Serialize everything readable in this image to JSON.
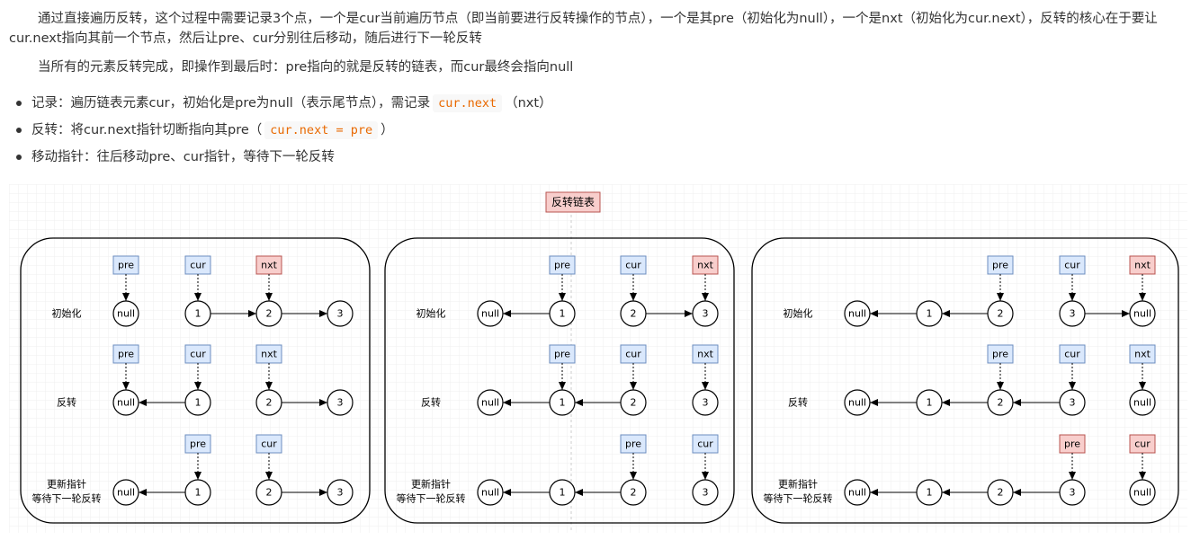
{
  "text": {
    "para1": "通过直接遍历反转，这个过程中需要记录3个点，一个是cur当前遍历节点（即当前要进行反转操作的节点），一个是其pre（初始化为null），一个是nxt（初始化为cur.next），反转的核心在于要让cur.next指向其前一个节点，然后让pre、cur分别往后移动，随后进行下一轮反转",
    "para2": "当所有的元素反转完成，即操作到最后时：pre指向的就是反转的链表，而cur最终会指向null"
  },
  "bullets": [
    {
      "before": "记录：遍历链表元素cur，初始化是pre为null（表示尾节点），需记录",
      "code": "cur.next",
      "after": "（nxt）"
    },
    {
      "before": "反转：将cur.next指针切断指向其pre（",
      "code": "cur.next = pre",
      "after": "）"
    },
    {
      "before": "移动指针：往后移动pre、cur指针，等待下一轮反转",
      "code": "",
      "after": ""
    }
  ],
  "diagram": {
    "title": "反转链表",
    "colors": {
      "blue_fill": "#dae8fc",
      "blue_stroke": "#6c8ebf",
      "red_fill": "#f8cecc",
      "red_stroke": "#b85450",
      "grid": "#ececec"
    },
    "panels": [
      {
        "rows": [
          {
            "label": "初始化",
            "nodes": [
              "null",
              "1",
              "2",
              "3"
            ],
            "edges": [
              [
                1,
                2
              ],
              [
                2,
                3
              ]
            ],
            "pointers": [
              {
                "name": "pre",
                "at": 0,
                "color": "blue"
              },
              {
                "name": "cur",
                "at": 1,
                "color": "blue"
              },
              {
                "name": "nxt",
                "at": 2,
                "color": "red"
              }
            ]
          },
          {
            "label": "反转",
            "nodes": [
              "null",
              "1",
              "2",
              "3"
            ],
            "edges": [
              [
                1,
                0
              ],
              [
                2,
                3
              ]
            ],
            "pointers": [
              {
                "name": "pre",
                "at": 0,
                "color": "blue"
              },
              {
                "name": "cur",
                "at": 1,
                "color": "blue"
              },
              {
                "name": "nxt",
                "at": 2,
                "color": "blue"
              }
            ]
          },
          {
            "label": [
              "更新指针",
              "等待下一轮反转"
            ],
            "nodes": [
              "null",
              "1",
              "2",
              "3"
            ],
            "edges": [
              [
                1,
                0
              ],
              [
                2,
                3
              ]
            ],
            "pointers": [
              {
                "name": "pre",
                "at": 1,
                "color": "blue"
              },
              {
                "name": "cur",
                "at": 2,
                "color": "blue"
              }
            ]
          }
        ]
      },
      {
        "rows": [
          {
            "label": "初始化",
            "nodes": [
              "null",
              "1",
              "2",
              "3"
            ],
            "edges": [
              [
                1,
                0
              ],
              [
                2,
                3
              ]
            ],
            "pointers": [
              {
                "name": "pre",
                "at": 1,
                "color": "blue"
              },
              {
                "name": "cur",
                "at": 2,
                "color": "blue"
              },
              {
                "name": "nxt",
                "at": 3,
                "color": "red"
              }
            ]
          },
          {
            "label": "反转",
            "nodes": [
              "null",
              "1",
              "2",
              "3"
            ],
            "edges": [
              [
                1,
                0
              ],
              [
                2,
                1
              ]
            ],
            "pointers": [
              {
                "name": "pre",
                "at": 1,
                "color": "blue"
              },
              {
                "name": "cur",
                "at": 2,
                "color": "blue"
              },
              {
                "name": "nxt",
                "at": 3,
                "color": "blue"
              }
            ]
          },
          {
            "label": [
              "更新指针",
              "等待下一轮反转"
            ],
            "nodes": [
              "null",
              "1",
              "2",
              "3"
            ],
            "edges": [
              [
                1,
                0
              ],
              [
                2,
                1
              ]
            ],
            "pointers": [
              {
                "name": "pre",
                "at": 2,
                "color": "blue"
              },
              {
                "name": "cur",
                "at": 3,
                "color": "blue"
              }
            ]
          }
        ]
      },
      {
        "rows": [
          {
            "label": "初始化",
            "nodes": [
              "null",
              "1",
              "2",
              "3",
              "null"
            ],
            "edges": [
              [
                1,
                0
              ],
              [
                2,
                1
              ],
              [
                3,
                4
              ]
            ],
            "pointers": [
              {
                "name": "pre",
                "at": 2,
                "color": "blue"
              },
              {
                "name": "cur",
                "at": 3,
                "color": "blue"
              },
              {
                "name": "nxt",
                "at": 4,
                "color": "red"
              }
            ]
          },
          {
            "label": "反转",
            "nodes": [
              "null",
              "1",
              "2",
              "3",
              "null"
            ],
            "edges": [
              [
                1,
                0
              ],
              [
                2,
                1
              ],
              [
                3,
                2
              ]
            ],
            "pointers": [
              {
                "name": "pre",
                "at": 2,
                "color": "blue"
              },
              {
                "name": "cur",
                "at": 3,
                "color": "blue"
              },
              {
                "name": "nxt",
                "at": 4,
                "color": "blue"
              }
            ]
          },
          {
            "label": [
              "更新指针",
              "等待下一轮反转"
            ],
            "nodes": [
              "null",
              "1",
              "2",
              "3",
              "null"
            ],
            "edges": [
              [
                1,
                0
              ],
              [
                2,
                1
              ],
              [
                3,
                2
              ]
            ],
            "pointers": [
              {
                "name": "pre",
                "at": 3,
                "color": "red"
              },
              {
                "name": "cur",
                "at": 4,
                "color": "red"
              }
            ]
          }
        ]
      }
    ]
  }
}
